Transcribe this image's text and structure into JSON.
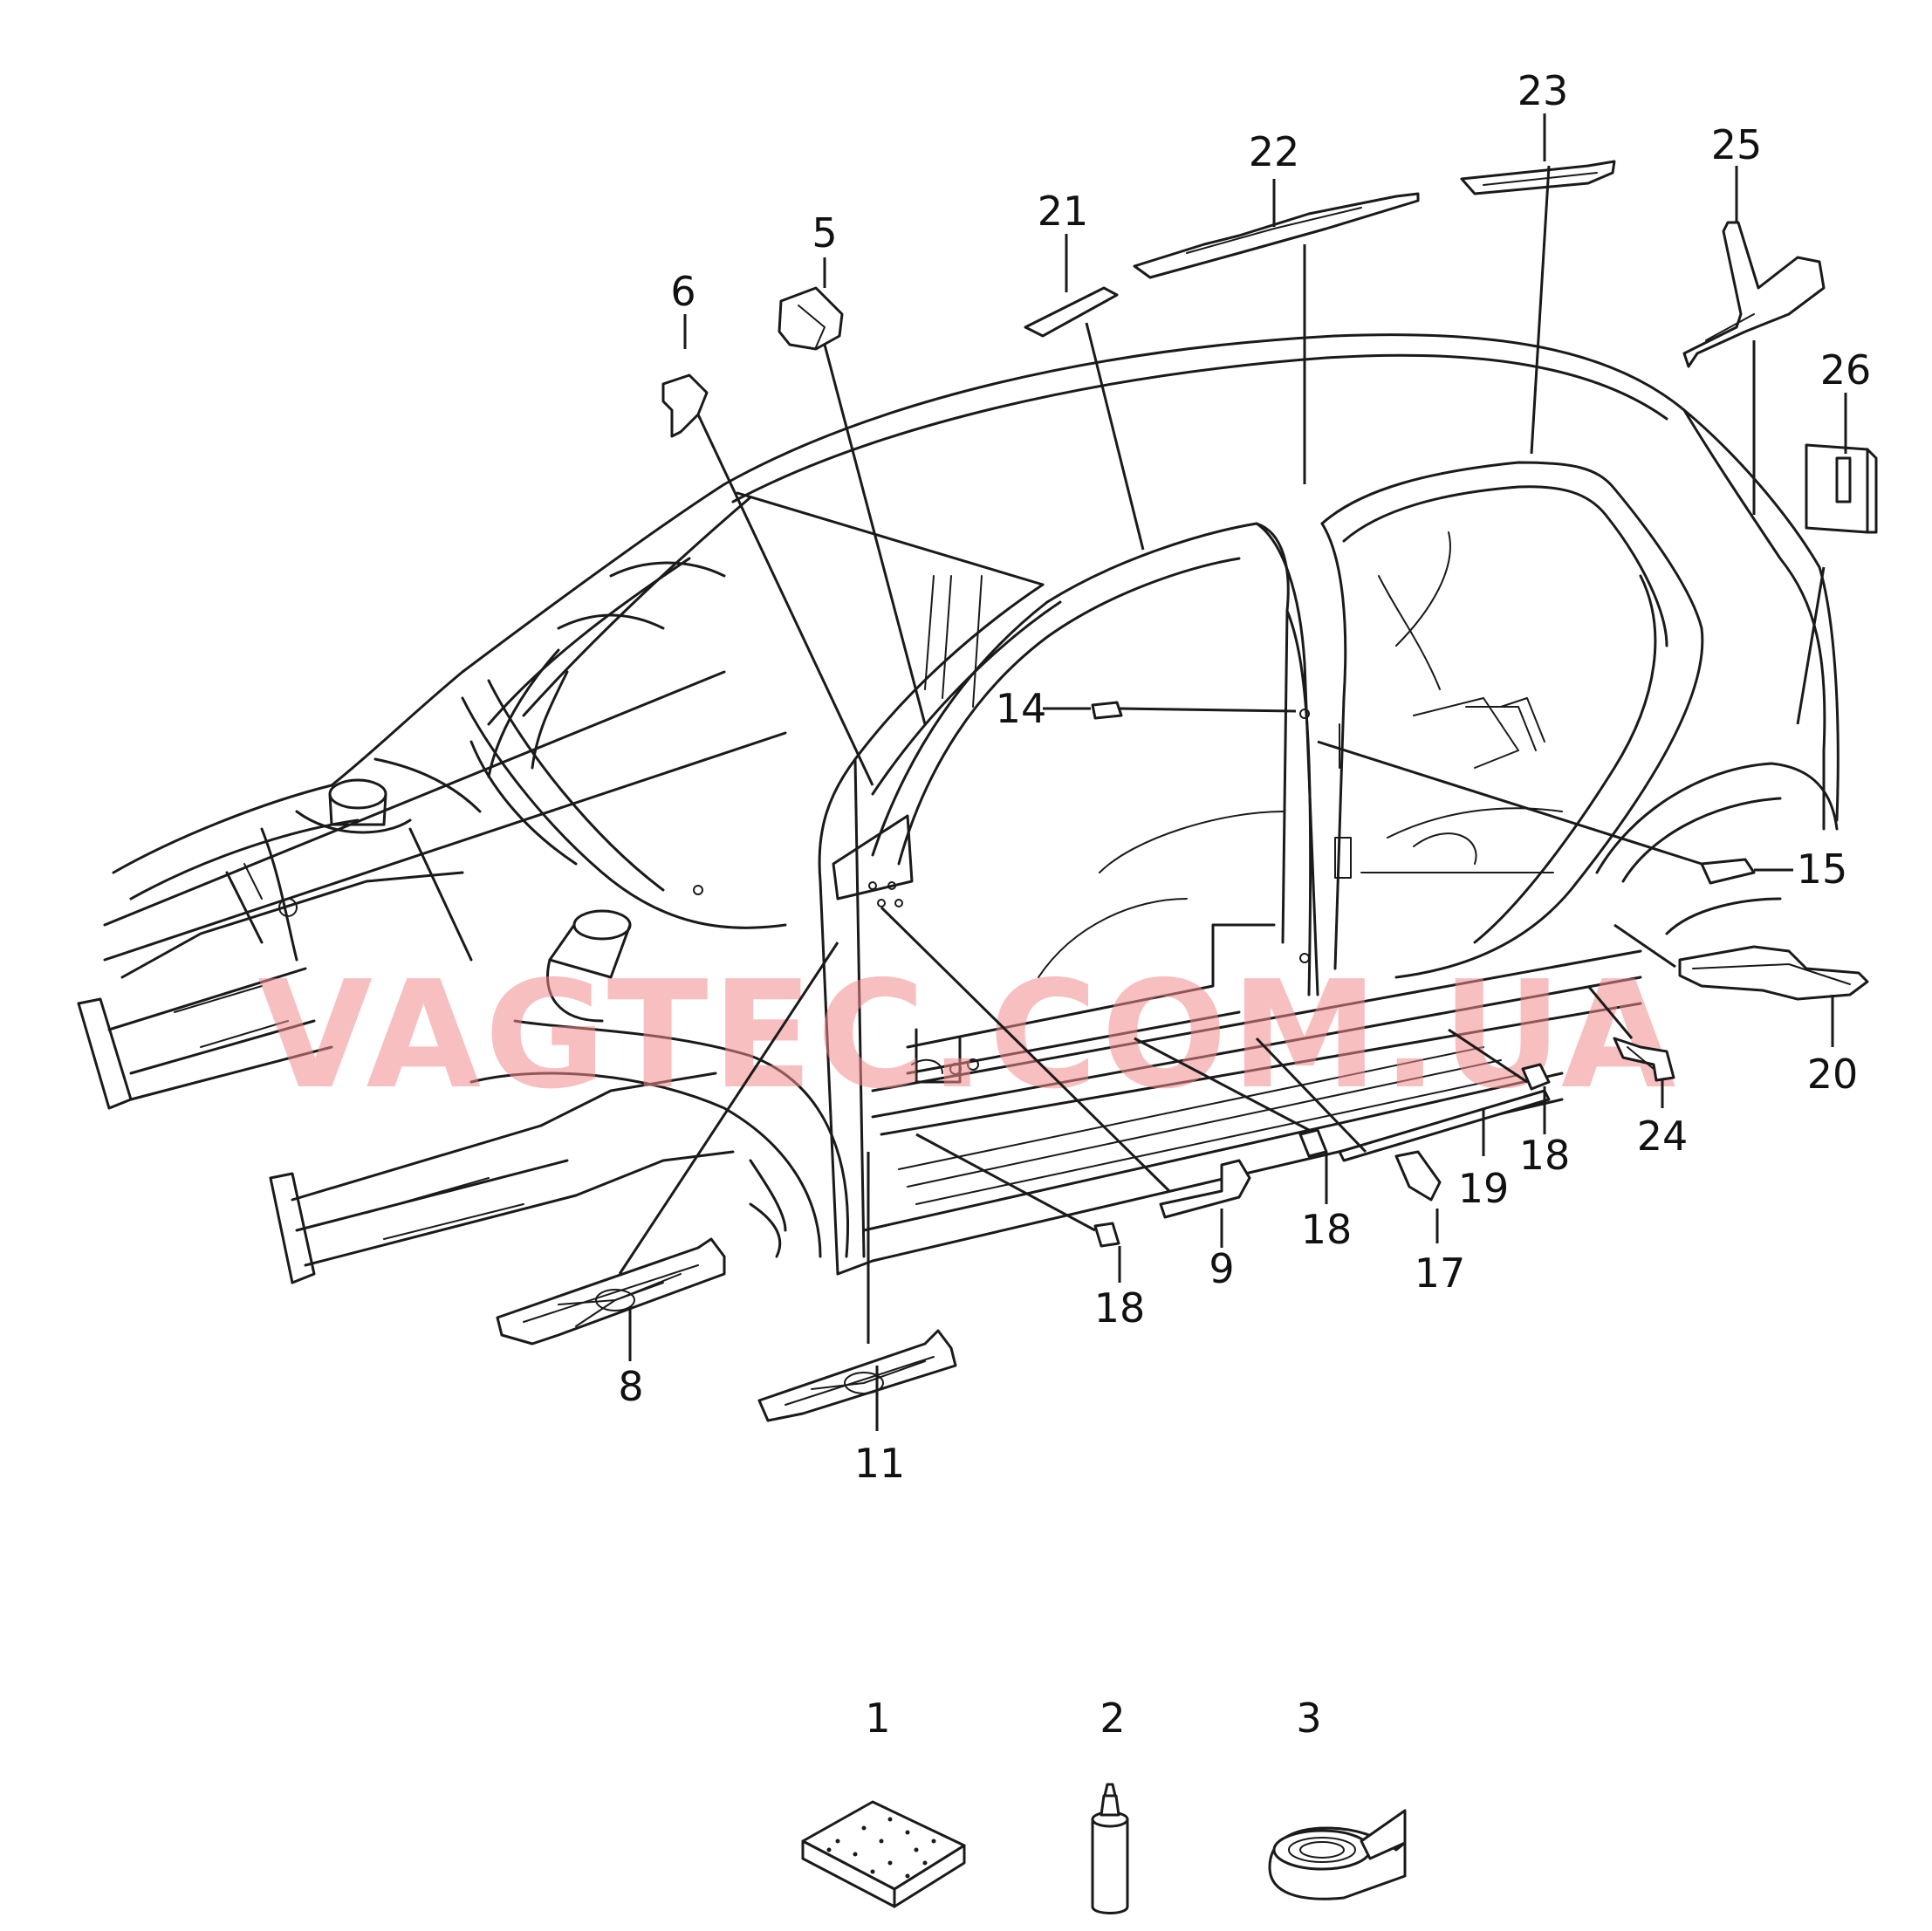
{
  "watermark": "VAGTEC.COM.UA",
  "colors": {
    "line": "#1a1a1a",
    "watermark": "#f08a8a",
    "background": "#ffffff"
  },
  "callouts": {
    "c1": "1",
    "c2": "2",
    "c3": "3",
    "c5": "5",
    "c6": "6",
    "c8": "8",
    "c9": "9",
    "c11": "11",
    "c14": "14",
    "c15": "15",
    "c17": "17",
    "c18a": "18",
    "c18b": "18",
    "c18c": "18",
    "c19": "19",
    "c20": "20",
    "c21": "21",
    "c22": "22",
    "c23": "23",
    "c24": "24",
    "c25": "25",
    "c26": "26"
  }
}
